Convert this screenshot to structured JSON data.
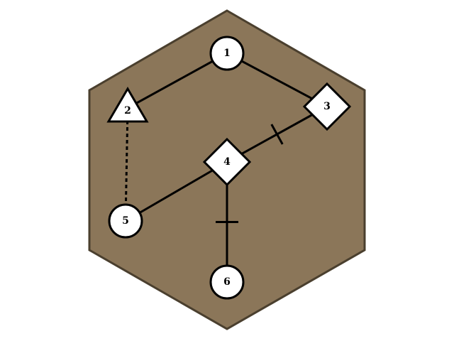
{
  "board": {
    "fill_color": "#8b7659",
    "border_color": "#4a3f2e"
  },
  "nodes": [
    {
      "id": "1",
      "label": "1",
      "shape": "circle"
    },
    {
      "id": "2",
      "label": "2",
      "shape": "triangle"
    },
    {
      "id": "3",
      "label": "3",
      "shape": "diamond"
    },
    {
      "id": "4",
      "label": "4",
      "shape": "diamond"
    },
    {
      "id": "5",
      "label": "5",
      "shape": "circle"
    },
    {
      "id": "6",
      "label": "6",
      "shape": "circle"
    }
  ],
  "edges": [
    {
      "from": "1",
      "to": "2",
      "style": "solid",
      "marked": false
    },
    {
      "from": "1",
      "to": "3",
      "style": "solid",
      "marked": false
    },
    {
      "from": "3",
      "to": "4",
      "style": "solid",
      "marked": true
    },
    {
      "from": "4",
      "to": "5",
      "style": "solid",
      "marked": false
    },
    {
      "from": "4",
      "to": "6",
      "style": "solid",
      "marked": true
    },
    {
      "from": "2",
      "to": "5",
      "style": "dashed",
      "marked": false
    }
  ]
}
